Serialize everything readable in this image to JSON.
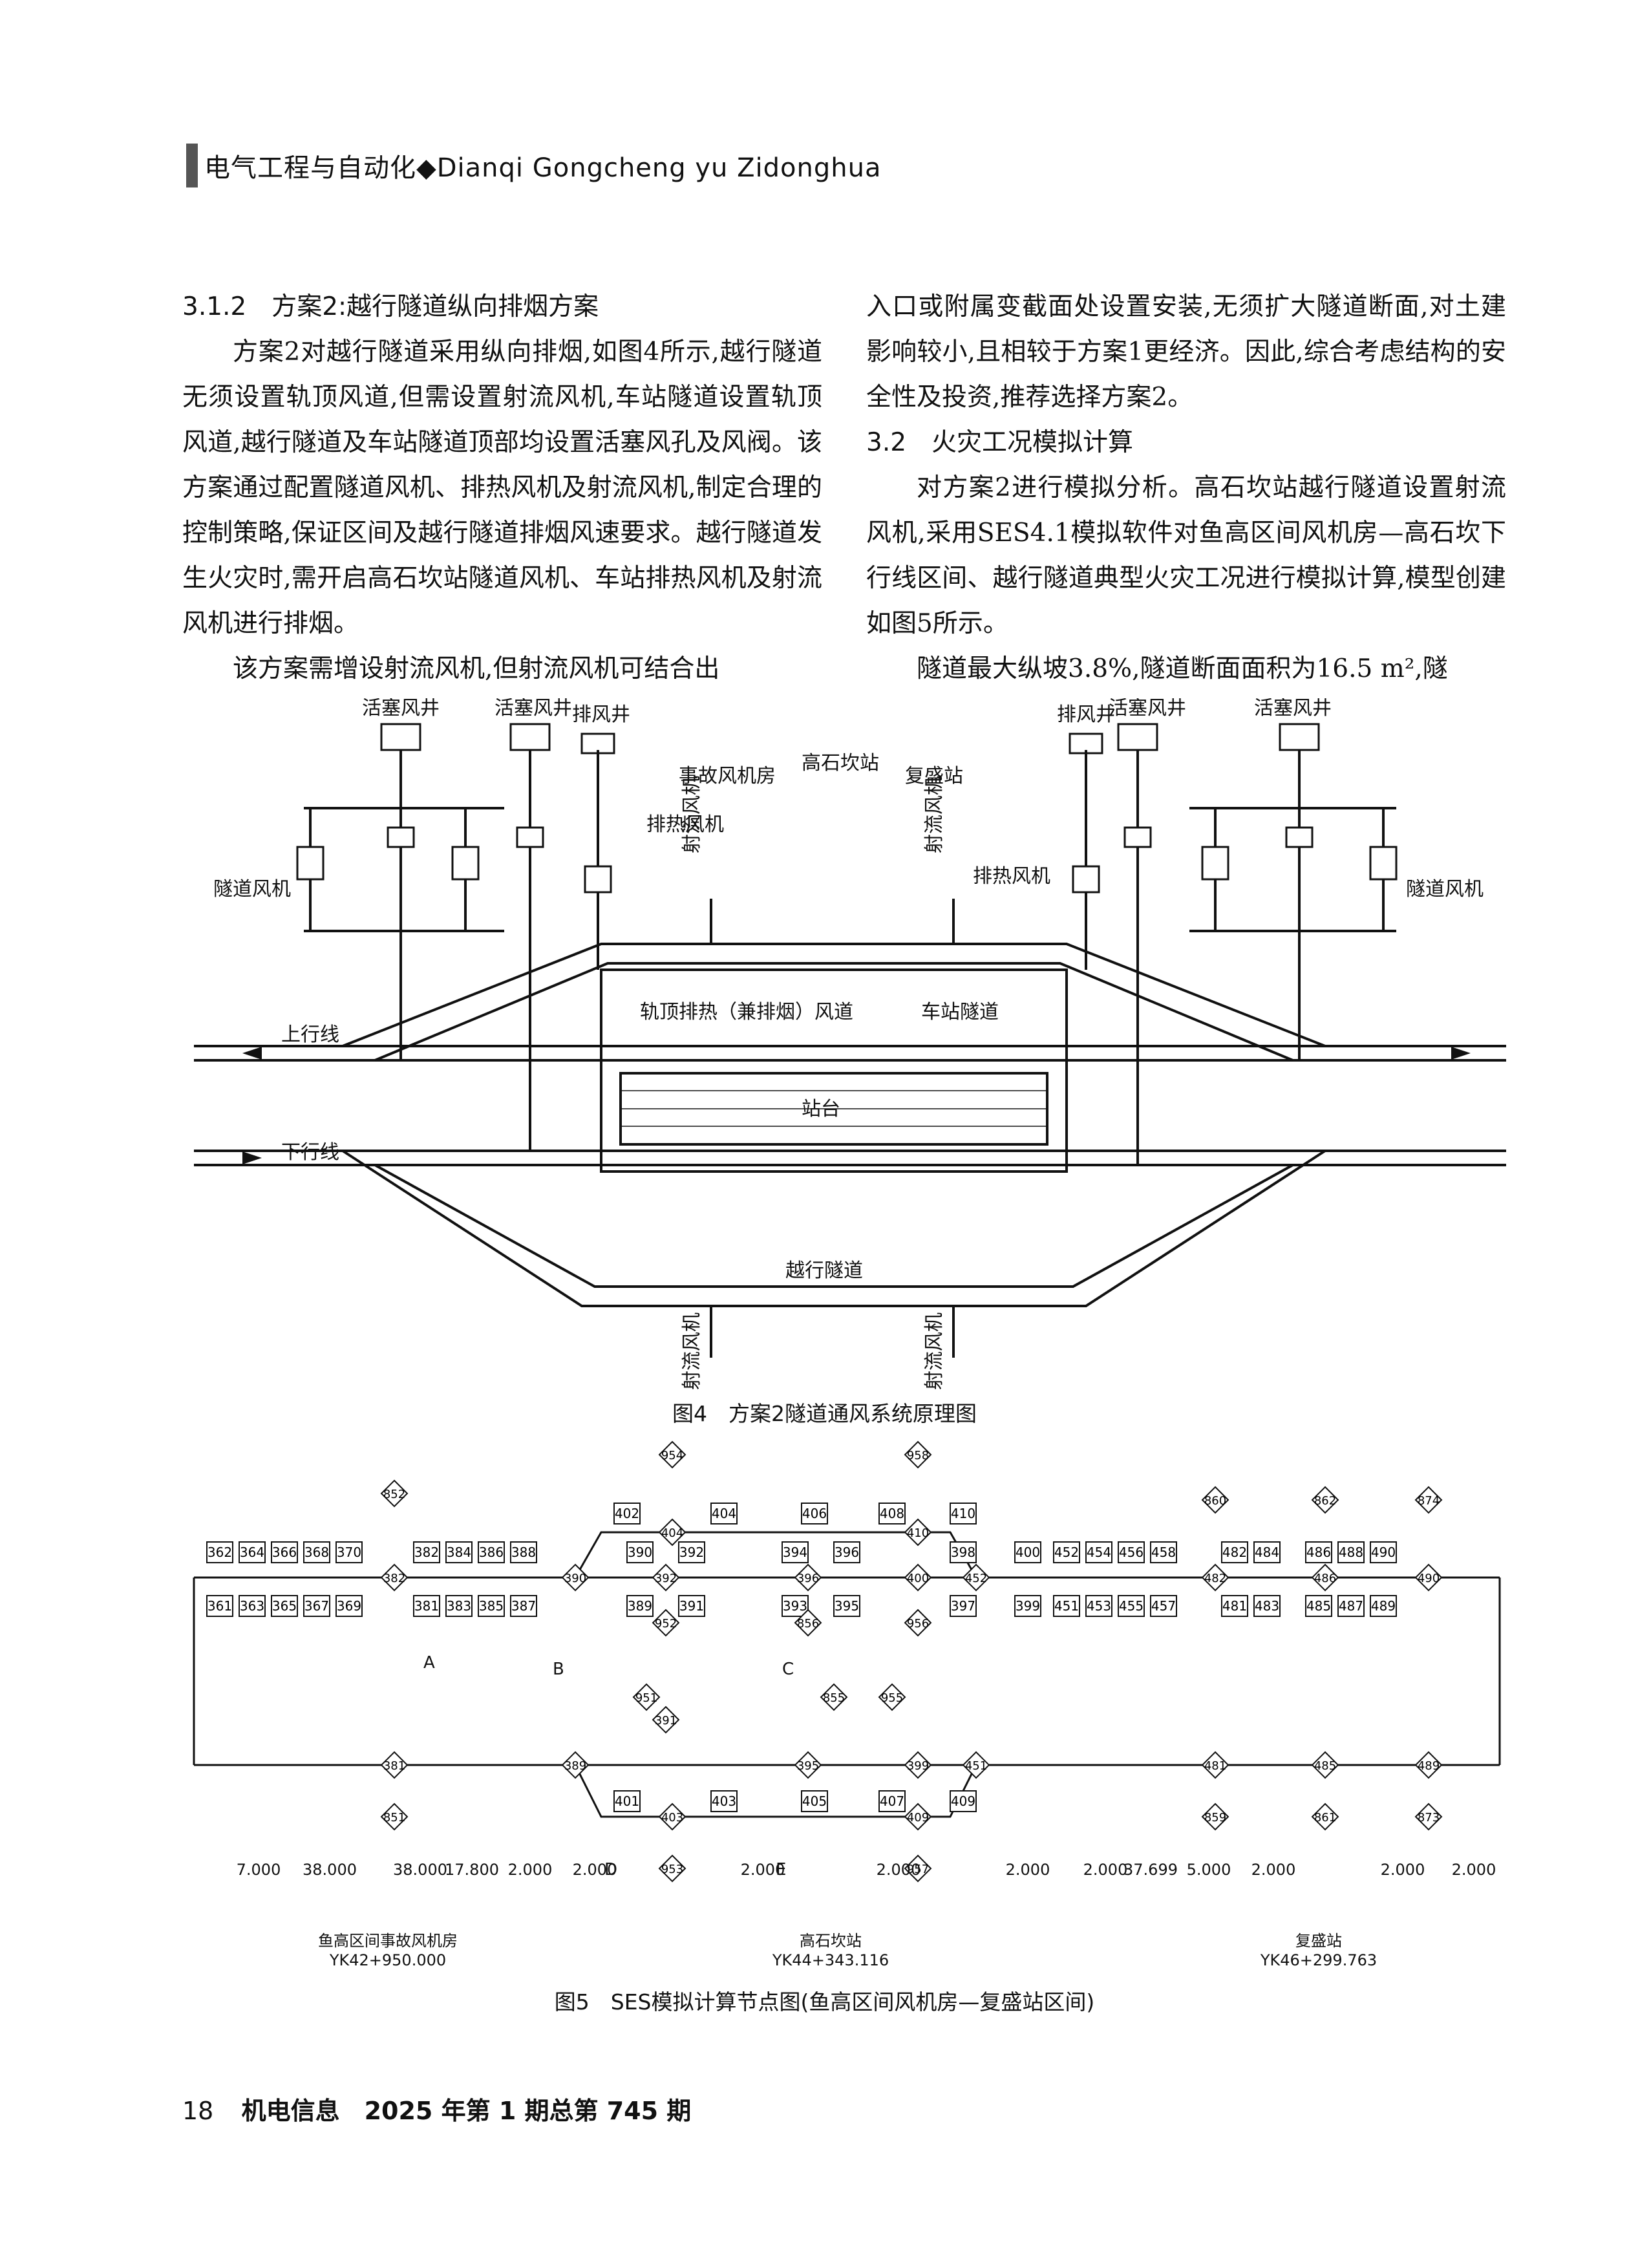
{
  "header": {
    "journal": "电气工程与自动化◆Dianqi Gongcheng yu Zidonghua"
  },
  "left_col": {
    "heading": "3.1.2　方案2:越行隧道纵向排烟方案",
    "p1": "方案2对越行隧道采用纵向排烟,如图4所示,越行隧道无须设置轨顶风道,但需设置射流风机,车站隧道设置轨顶风道,越行隧道及车站隧道顶部均设置活塞风孔及风阀。该方案通过配置隧道风机、排热风机及射流风机,制定合理的控制策略,保证区间及越行隧道排烟风速要求。越行隧道发生火灾时,需开启高石坎站隧道风机、车站排热风机及射流风机进行排烟。",
    "p2": "该方案需增设射流风机,但射流风机可结合出"
  },
  "right_col": {
    "p1": "入口或附属变截面处设置安装,无须扩大隧道断面,对土建影响较小,且相较于方案1更经济。因此,综合考虑结构的安全性及投资,推荐选择方案2。",
    "heading": "3.2　火灾工况模拟计算",
    "p2": "对方案2进行模拟分析。高石坎站越行隧道设置射流风机,采用SES4.1模拟软件对鱼高区间风机房—高石坎下行线区间、越行隧道典型火灾工况进行模拟计算,模型创建如图5所示。",
    "p3": "隧道最大纵坡3.8%,隧道断面面积为16.5 m²,隧"
  },
  "fig4": {
    "caption": "图4　方案2隧道通风系统原理图",
    "labels": {
      "piston_shaft": "活塞风井",
      "exhaust_shaft": "排风井",
      "accident_fan_room": "事故风机房",
      "station": "高石坎站",
      "next_station": "复盛站",
      "heat_fan": "排热风机",
      "tunnel_fan": "隧道风机",
      "jet_fan": "射流风机",
      "track_duct": "轨顶排热（兼排烟）风道",
      "station_tunnel": "车站隧道",
      "up_line": "上行线",
      "down_line": "下行线",
      "platform": "站台",
      "overtake_tunnel": "越行隧道"
    }
  },
  "fig5": {
    "caption": "图5　SES模拟计算节点图(鱼高区间风机房—复盛站区间)",
    "top_sections": [
      "362",
      "364",
      "366",
      "368",
      "370",
      "382",
      "384",
      "386",
      "388",
      "390",
      "392",
      "394",
      "396",
      "398",
      "400",
      "452",
      "454",
      "456",
      "458",
      "482",
      "484",
      "486",
      "488",
      "490",
      "402",
      "404",
      "406",
      "408",
      "410"
    ],
    "bottom_sections": [
      "361",
      "363",
      "365",
      "367",
      "369",
      "381",
      "383",
      "385",
      "387",
      "389",
      "391",
      "393",
      "395",
      "397",
      "399",
      "451",
      "453",
      "455",
      "457",
      "481",
      "483",
      "485",
      "487",
      "489",
      "401",
      "403",
      "405",
      "407",
      "409"
    ],
    "nodes": [
      "852",
      "382",
      "390",
      "392",
      "396",
      "400",
      "404",
      "410",
      "452",
      "482",
      "486",
      "490",
      "860",
      "862",
      "874",
      "954",
      "958",
      "952",
      "956",
      "856",
      "381",
      "389",
      "391",
      "395",
      "399",
      "403",
      "409",
      "451",
      "481",
      "485",
      "489",
      "851",
      "859",
      "861",
      "873",
      "951",
      "955",
      "855",
      "953",
      "957"
    ],
    "trains": [
      "A",
      "B",
      "C",
      "D",
      "E"
    ],
    "grades": [
      "7.000",
      "38.000",
      "38.000",
      "17.800",
      "2.000",
      "2.000",
      "2.000",
      "2.000",
      "2.000",
      "2.000",
      "37.699",
      "5.000",
      "2.000",
      "2.000",
      "2.000"
    ],
    "stations": [
      {
        "name": "鱼高区间事故风机房",
        "chainage": "YK42+950.000"
      },
      {
        "name": "高石坎站",
        "chainage": "YK44+343.116"
      },
      {
        "name": "复盛站",
        "chainage": "YK46+299.763"
      }
    ]
  },
  "footer": {
    "page": "18",
    "issue": "机电信息　2025 年第 1 期总第 745 期"
  }
}
